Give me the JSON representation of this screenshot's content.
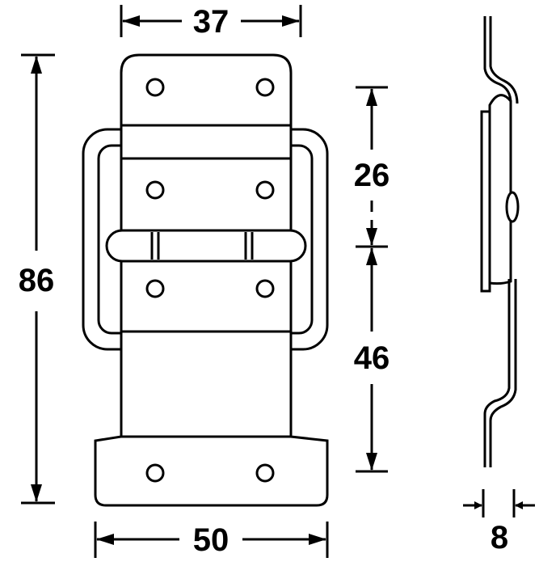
{
  "dimensions": {
    "top_width": "37",
    "bottom_width": "50",
    "total_height": "86",
    "upper_height": "26",
    "lower_height": "46",
    "depth": "8"
  },
  "colors": {
    "line": "#000000",
    "background": "#ffffff"
  }
}
